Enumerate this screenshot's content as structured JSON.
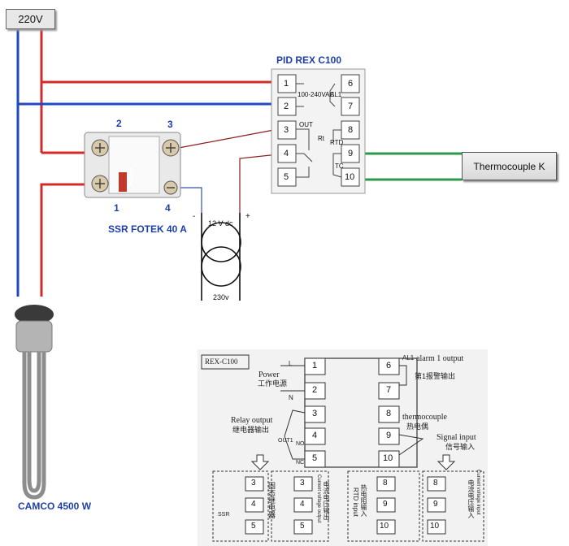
{
  "power_label": "220V",
  "pid": {
    "title": "PID REX C100",
    "voltage": "100-240VAC",
    "al1": "AL1",
    "out": "OUT",
    "rt": "Rt",
    "rtd": "RTD",
    "tc": "TC",
    "terminals": [
      "1",
      "2",
      "3",
      "4",
      "5",
      "6",
      "7",
      "8",
      "9",
      "10"
    ]
  },
  "ssr": {
    "title": "SSR FOTEK  40 A",
    "t1": "1",
    "t2": "2",
    "t3": "3",
    "t4": "4",
    "brand": "FOTEK"
  },
  "transformer": {
    "dc": "12 V dc",
    "ac": "230v",
    "minus": "-",
    "plus": "+"
  },
  "thermocouple_label": "Thermocouple K",
  "heater_label": "CAMCO 4500 W",
  "schematic": {
    "title": "REX-C100",
    "power": "Power",
    "power_cn": "工作电源",
    "L": "L",
    "N": "N",
    "alarm": "alarm 1 output",
    "alarm_cn": "第1报警输出",
    "al1": "AL1",
    "relay": "Relay output",
    "relay_cn": "继电器输出",
    "out1": "OUT1",
    "no": "NO",
    "nc": "NC",
    "thermocouple": "thermocouple",
    "thermocouple_cn": "热电偶",
    "signal": "Signal input",
    "signal_cn": "信号输入",
    "ssr_cn": "固态继电器",
    "current_out": "Current voltage output",
    "current_out_cn": "电流电压输出",
    "rtd_input": "RTD input",
    "rtd_cn": "热电阻输入",
    "current_in": "Current voltage input",
    "current_in_cn": "电流电压输入",
    "ssr_small": "SSR",
    "terminals": [
      "1",
      "2",
      "3",
      "4",
      "5",
      "6",
      "7",
      "8",
      "9",
      "10"
    ],
    "sub_terminals": [
      "3",
      "4",
      "5",
      "3",
      "4",
      "5",
      "8",
      "9",
      "10",
      "8",
      "9",
      "10"
    ]
  },
  "colors": {
    "red_wire": "#d42a2a",
    "blue_wire": "#2048c0",
    "green_wire": "#2a9a4a",
    "dark_red_wire": "#8e1c1c"
  }
}
